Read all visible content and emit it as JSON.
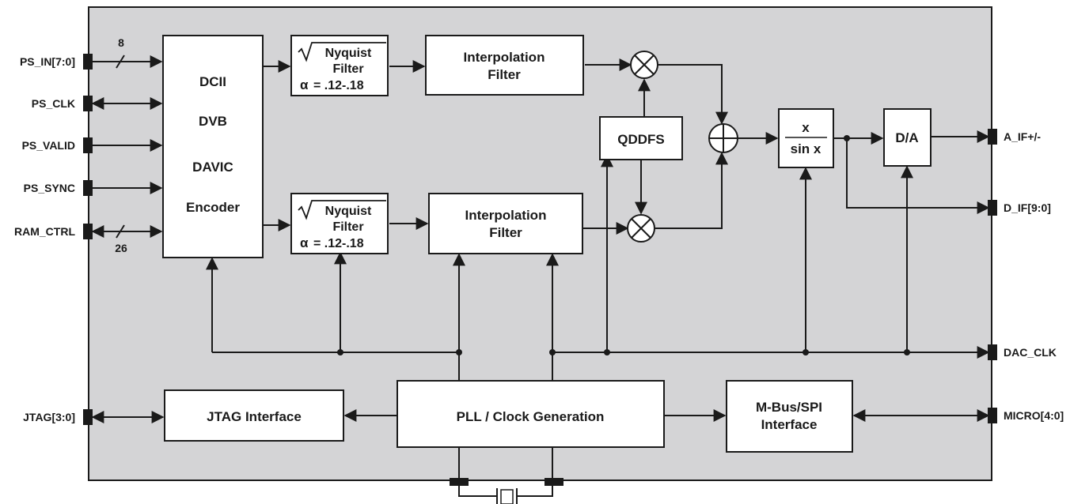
{
  "pins_left": {
    "ps_in": "PS_IN[7:0]",
    "ps_clk": "PS_CLK",
    "ps_valid": "PS_VALID",
    "ps_sync": "PS_SYNC",
    "ram_ctrl": "RAM_CTRL",
    "jtag": "JTAG[3:0]"
  },
  "pins_right": {
    "a_if": "A_IF+/-",
    "d_if": "D_IF[9:0]",
    "dac_clk": "DAC_CLK",
    "micro": "MICRO[4:0]"
  },
  "bus_widths": {
    "ps_in": "8",
    "ram_ctrl": "26"
  },
  "encoder": {
    "line1": "DCII",
    "line2": "DVB",
    "line3": "DAVIC",
    "line4": "Encoder"
  },
  "nyquist_top": {
    "name": "Nyquist",
    "word2": "Filter",
    "alpha": "= .12-.18"
  },
  "nyquist_bottom": {
    "name": "Nyquist",
    "word2": "Filter",
    "alpha": "= .12-.18"
  },
  "interp_top": {
    "line1": "Interpolation",
    "line2": "Filter"
  },
  "interp_bottom": {
    "line1": "Interpolation",
    "line2": "Filter"
  },
  "qddfs": {
    "label": "QDDFS"
  },
  "sinc": {
    "num": "x",
    "den": "sin x"
  },
  "dac": {
    "label": "D/A"
  },
  "jtag_block": {
    "label": "JTAG Interface"
  },
  "pll": {
    "label": "PLL / Clock Generation"
  },
  "mbus": {
    "line1": "M-Bus/SPI",
    "line2": "Interface"
  },
  "symbols": {
    "alpha": "α"
  }
}
